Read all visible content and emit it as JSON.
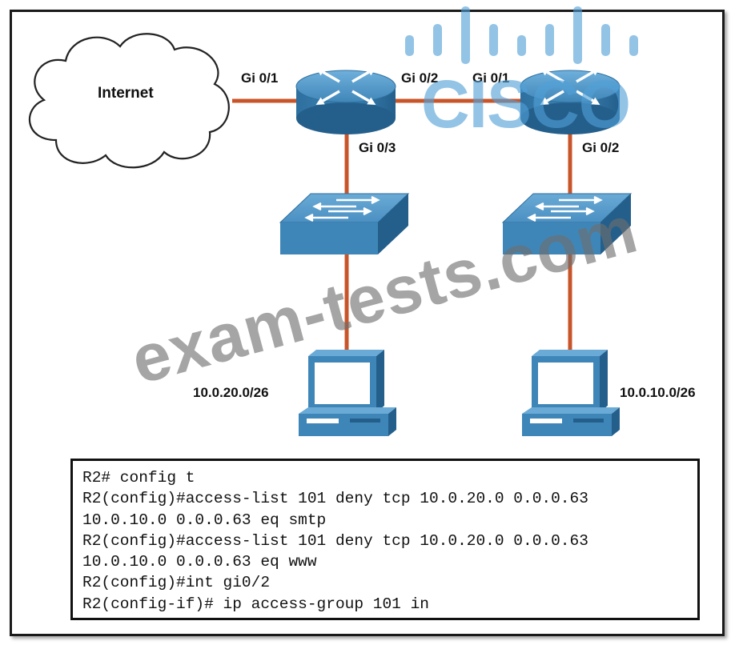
{
  "network": {
    "cloud_label": "Internet",
    "r1_port_internet": "Gi 0/1",
    "r1_port_r2": "Gi 0/2",
    "r1_port_switch": "Gi 0/3",
    "r2_port_r1": "Gi 0/1",
    "r2_port_switch": "Gi 0/2",
    "subnet_left": "10.0.20.0/26",
    "subnet_right": "10.0.10.0/26"
  },
  "cli": {
    "lines": [
      "R2# config t",
      "R2(config)#access-list 101 deny tcp 10.0.20.0 0.0.0.63",
      "10.0.10.0 0.0.0.63 eq smtp",
      "R2(config)#access-list 101 deny tcp 10.0.20.0 0.0.0.63",
      "10.0.10.0 0.0.0.63 eq www",
      "R2(config)#int gi0/2",
      "R2(config-if)# ip access-group 101 in"
    ]
  },
  "watermark": {
    "site": "exam-tests.com",
    "brand": "CISCO"
  },
  "colors": {
    "link": "#c8552a",
    "device_blue": "#3f86b8",
    "device_dark": "#245f8c",
    "watermark_gray": "#6e6e6e",
    "watermark_blue": "#50a0d7"
  }
}
